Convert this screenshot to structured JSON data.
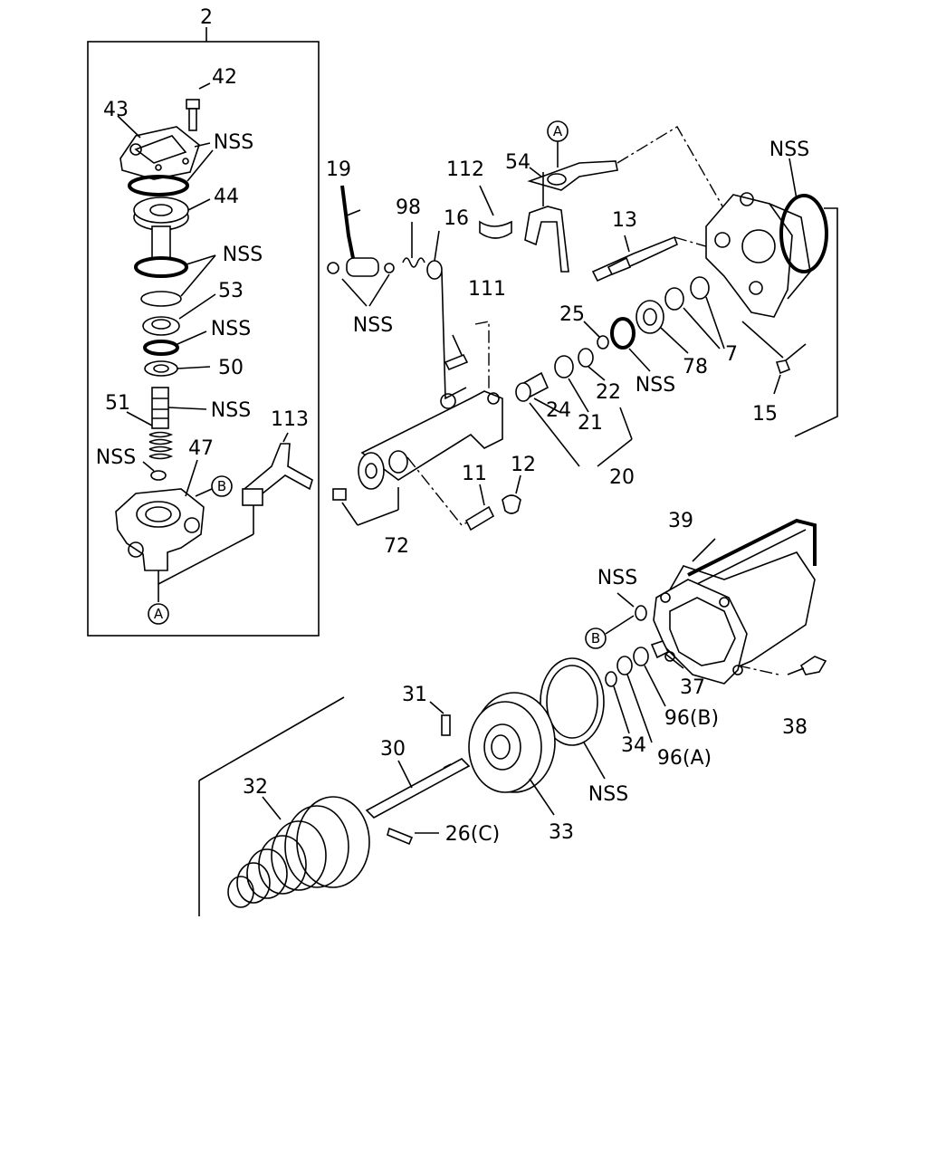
{
  "labels": {
    "p2": "2",
    "p42": "42",
    "p43": "43",
    "nss_a": "NSS",
    "p44": "44",
    "nss_b": "NSS",
    "p53": "53",
    "nss_c": "NSS",
    "p50": "50",
    "p51": "51",
    "nss_d": "NSS",
    "nss_e": "NSS",
    "p47": "47",
    "p113": "113",
    "p19": "19",
    "p98": "98",
    "p16": "16",
    "nss_f": "NSS",
    "p112": "112",
    "p54": "54",
    "p13": "13",
    "nss_g": "NSS",
    "p111": "111",
    "p25": "25",
    "p78": "78",
    "p7": "7",
    "nss_h": "NSS",
    "p22": "22",
    "p24": "24",
    "p21": "21",
    "p20": "20",
    "p15": "15",
    "p11": "11",
    "p12": "12",
    "p72": "72",
    "p39": "39",
    "nss_i": "NSS",
    "p37": "37",
    "p96b": "96(B)",
    "p96a": "96(A)",
    "p34": "34",
    "nss_j": "NSS",
    "p38": "38",
    "p31": "31",
    "p30": "30",
    "p32": "32",
    "p33": "33",
    "p26c": "26(C)"
  },
  "markers": {
    "a_top": "A",
    "a_bottom": "A",
    "b_left": "B",
    "b_right": "B"
  }
}
